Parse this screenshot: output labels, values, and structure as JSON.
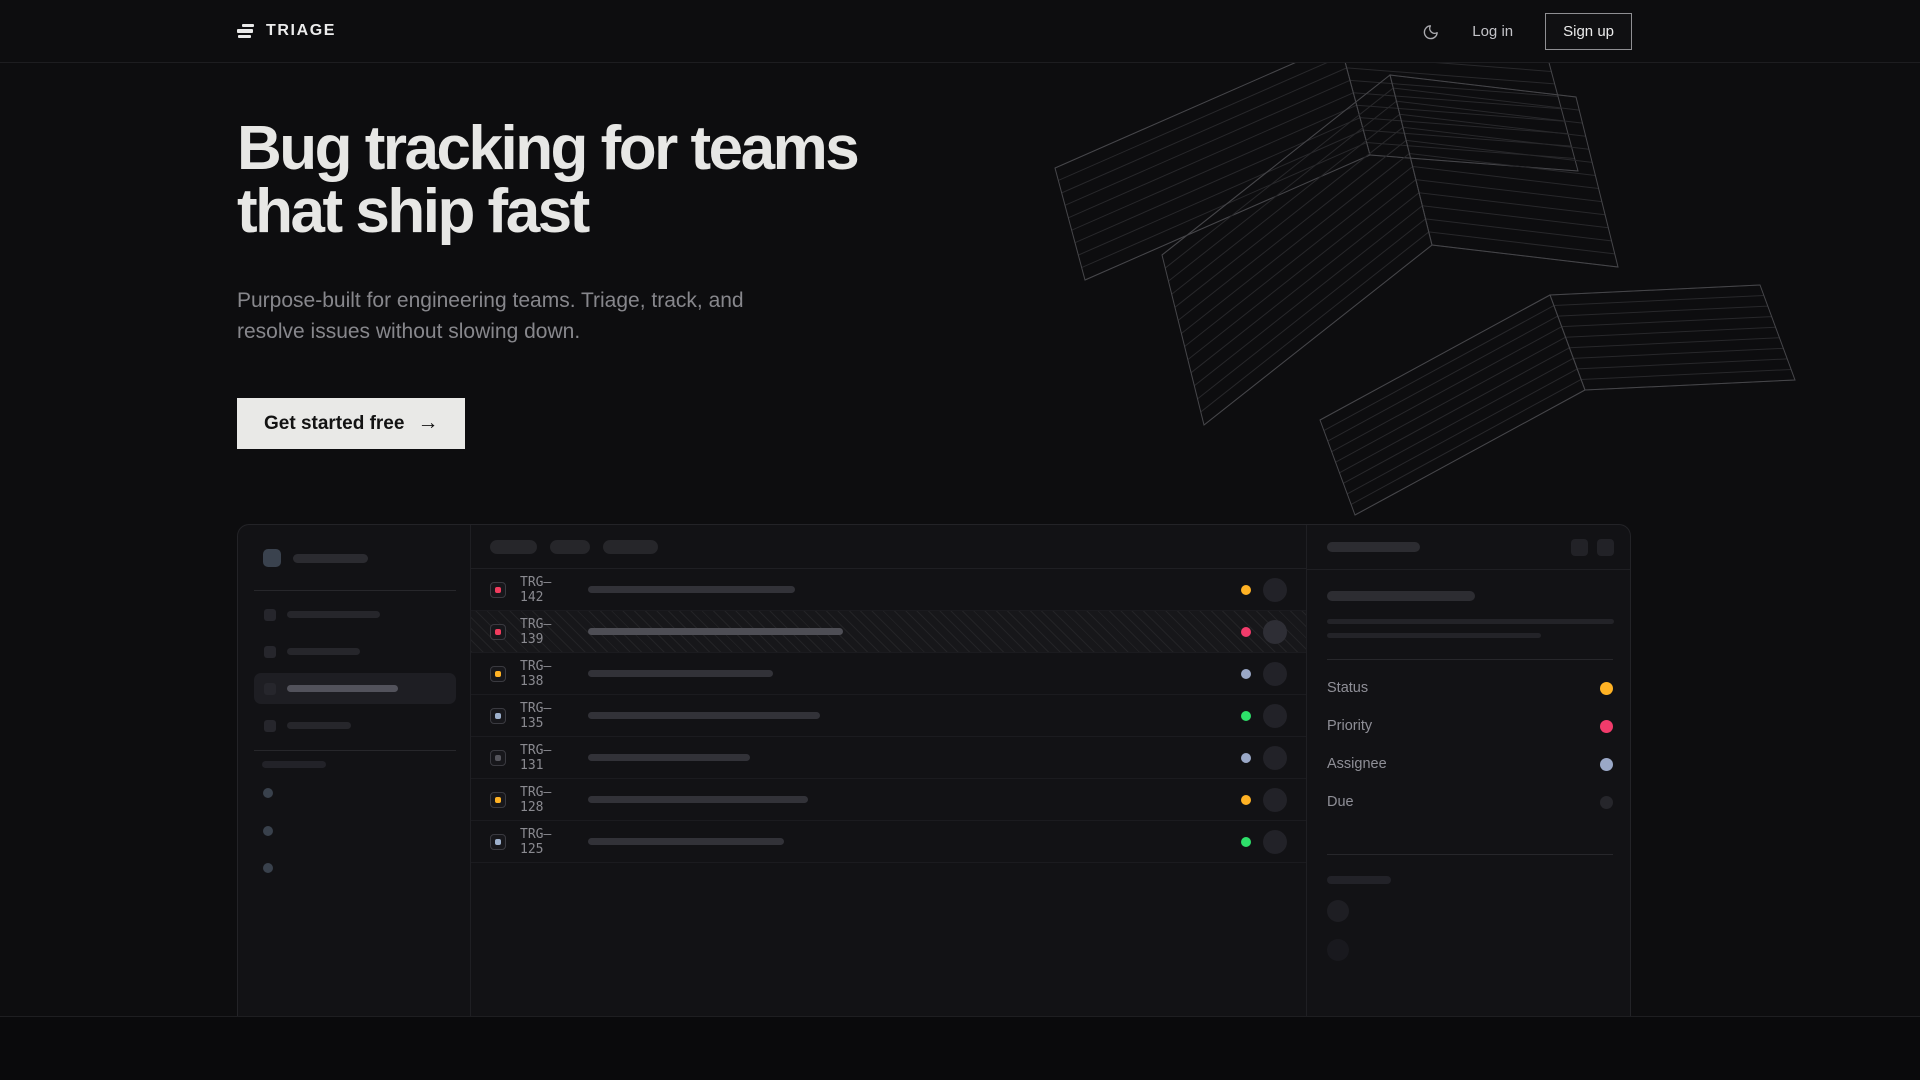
{
  "nav": {
    "brand": "TRIAGE",
    "theme_toggle_icon": "moon",
    "login": "Log in",
    "signup": "Sign up"
  },
  "hero": {
    "title_line1": "Bug tracking for teams",
    "title_line2": "that ship fast",
    "subtitle_line1": "Purpose-built for engineering teams. Triage, track, and",
    "subtitle_line2": "resolve issues without slowing down.",
    "cta": "Get started free",
    "cta_arrow": "→"
  },
  "app_preview": {
    "issues": [
      {
        "id": "TRG–142",
        "type_color": "#f13c5e",
        "status_color": "#ffb224",
        "title_width": 207,
        "selected": false
      },
      {
        "id": "TRG–139",
        "type_color": "#f13c5e",
        "status_color": "#f23b6b",
        "title_width": 255,
        "selected": true
      },
      {
        "id": "TRG–138",
        "type_color": "#ffb224",
        "status_color": "#9aa8c7",
        "title_width": 185,
        "selected": false
      },
      {
        "id": "TRG–135",
        "type_color": "#9db0cc",
        "status_color": "#2ee06a",
        "title_width": 232,
        "selected": false
      },
      {
        "id": "TRG–131",
        "type_color": "#55555c",
        "status_color": "#9aa8c7",
        "title_width": 162,
        "selected": false
      },
      {
        "id": "TRG–128",
        "type_color": "#ffb224",
        "status_color": "#ffb224",
        "title_width": 220,
        "selected": false
      },
      {
        "id": "TRG–125",
        "type_color": "#9db0cc",
        "status_color": "#2ee06a",
        "title_width": 196,
        "selected": false
      }
    ],
    "detail_fields": [
      {
        "label": "Status",
        "color": "#ffb224"
      },
      {
        "label": "Priority",
        "color": "#f23b6b"
      },
      {
        "label": "Assignee",
        "color": "#9aa8c7"
      },
      {
        "label": "Due",
        "color": "#26262b"
      }
    ]
  },
  "colors": {
    "background": "#0d0d0f",
    "card_background": "#121215",
    "cta_background": "#e9e9e7",
    "status_amber": "#ffb224",
    "status_pink": "#f23b6b",
    "status_blue": "#9aa8c7",
    "status_green": "#2ee06a",
    "priority_red": "#f13c5e"
  }
}
